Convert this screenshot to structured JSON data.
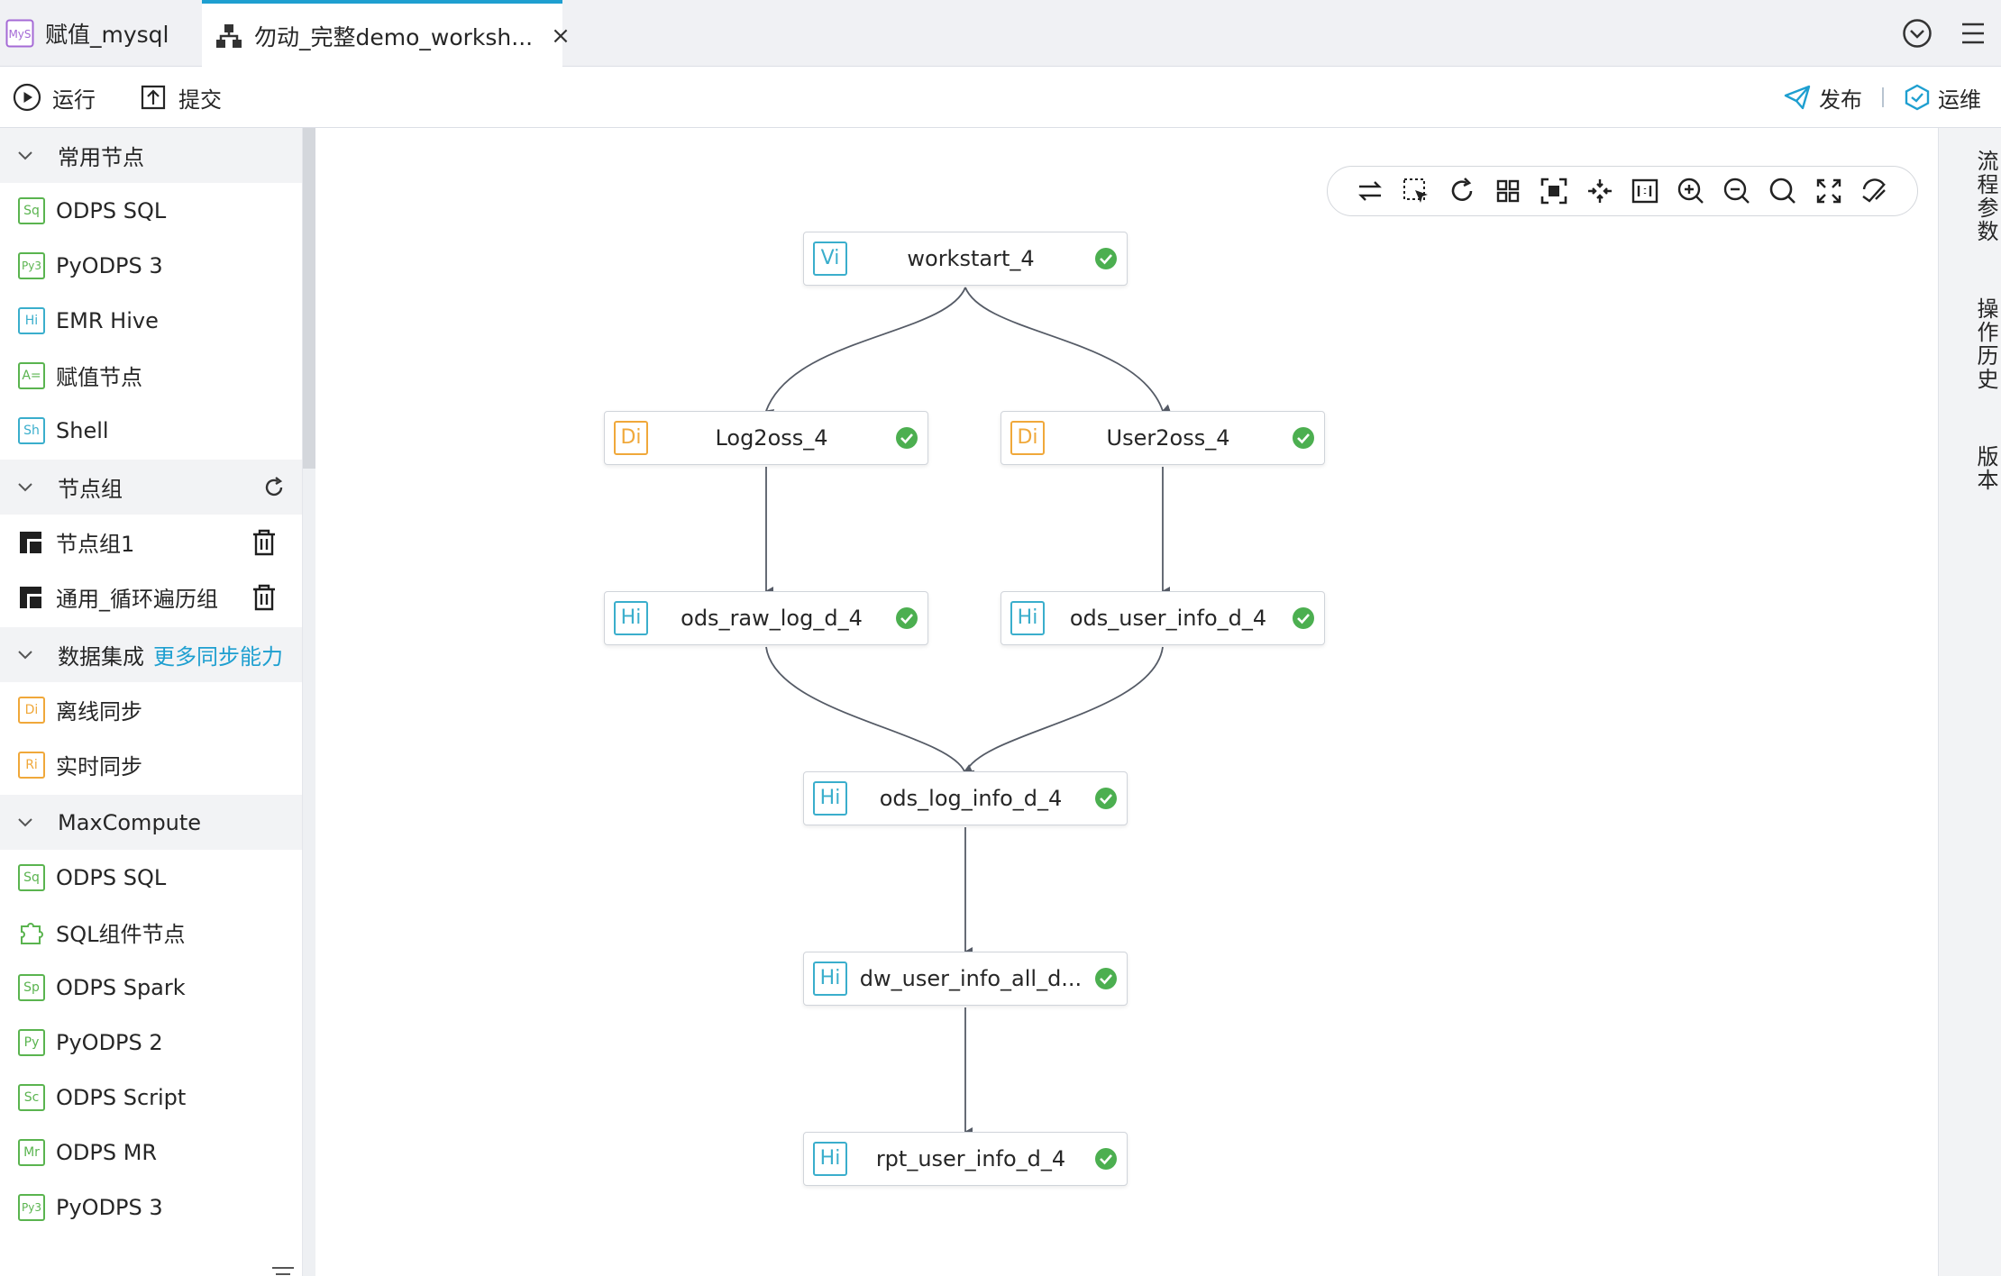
{
  "tabs": [
    {
      "label": "赋值_mysql",
      "icon": "mysql-icon",
      "badge": "MyS"
    },
    {
      "label": "勿动_完整demo_worksh...",
      "icon": "workflow-icon",
      "close": "×"
    }
  ],
  "toolbar": {
    "run_label": "运行",
    "submit_label": "提交",
    "publish_label": "发布",
    "ops_label": "运维"
  },
  "sidebar": {
    "common": {
      "title": "常用节点",
      "items": [
        {
          "badge": "Sq",
          "label": "ODPS SQL",
          "color": "green"
        },
        {
          "badge": "Py3",
          "label": "PyODPS 3",
          "color": "green"
        },
        {
          "badge": "Hi",
          "label": "EMR Hive",
          "color": "teal"
        },
        {
          "badge": "A=",
          "label": "赋值节点",
          "color": "green"
        },
        {
          "badge": "Sh",
          "label": "Shell",
          "color": "teal"
        }
      ]
    },
    "node_group": {
      "title": "节点组",
      "items": [
        {
          "label": "节点组1"
        },
        {
          "label": "通用_循环遍历组"
        }
      ]
    },
    "data_integration": {
      "title": "数据集成",
      "more": "更多同步能力",
      "items": [
        {
          "badge": "Di",
          "label": "离线同步",
          "color": "orange"
        },
        {
          "badge": "Ri",
          "label": "实时同步",
          "color": "orange"
        }
      ]
    },
    "maxcompute": {
      "title": "MaxCompute",
      "items": [
        {
          "badge": "Sq",
          "label": "ODPS SQL",
          "color": "green"
        },
        {
          "badge": "",
          "label": "SQL组件节点",
          "color": "green"
        },
        {
          "badge": "Sp",
          "label": "ODPS Spark",
          "color": "green"
        },
        {
          "badge": "Py",
          "label": "PyODPS 2",
          "color": "green"
        },
        {
          "badge": "Sc",
          "label": "ODPS Script",
          "color": "green"
        },
        {
          "badge": "Mr",
          "label": "ODPS MR",
          "color": "green"
        },
        {
          "badge": "Py3",
          "label": "PyODPS 3",
          "color": "green"
        }
      ]
    }
  },
  "nodes": [
    {
      "id": "workstart",
      "badge": "Vi",
      "label": "workstart_4",
      "color": "teal",
      "status": "success"
    },
    {
      "id": "log2oss",
      "badge": "Di",
      "label": "Log2oss_4",
      "color": "orange",
      "status": "success"
    },
    {
      "id": "user2oss",
      "badge": "Di",
      "label": "User2oss_4",
      "color": "orange",
      "status": "success"
    },
    {
      "id": "ods_raw",
      "badge": "Hi",
      "label": "ods_raw_log_d_4",
      "color": "teal",
      "status": "success"
    },
    {
      "id": "ods_user",
      "badge": "Hi",
      "label": "ods_user_info_d_4",
      "color": "teal",
      "status": "success"
    },
    {
      "id": "ods_log_info",
      "badge": "Hi",
      "label": "ods_log_info_d_4",
      "color": "teal",
      "status": "success"
    },
    {
      "id": "dw_user",
      "badge": "Hi",
      "label": "dw_user_info_all_d...",
      "color": "teal",
      "status": "success"
    },
    {
      "id": "rpt_user",
      "badge": "Hi",
      "label": "rpt_user_info_d_4",
      "color": "teal",
      "status": "success"
    }
  ],
  "right_panel": {
    "flow_params": "流程参数",
    "history": "操作历史",
    "version": "版本"
  },
  "colors": {
    "accent": "#1e9fd0",
    "success": "#4caf50",
    "green_badge": "#5ab44f",
    "teal_badge": "#3aaecc",
    "orange_badge": "#f0a83a"
  }
}
